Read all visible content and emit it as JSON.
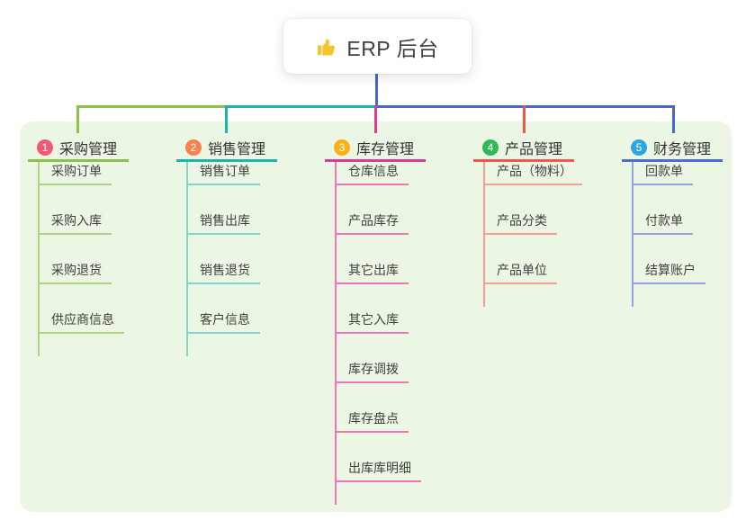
{
  "root": {
    "label": "ERP 后台",
    "icon": "thumbs-up"
  },
  "canvas": {
    "background": "#ffffff",
    "panel_background": "#ebf7e4"
  },
  "connector_colors": {
    "root_stem": "#4a66d4",
    "bus_left_outer": "#8bc34a",
    "bus_left_inner": "#1db5aa",
    "bus_right": "#4a66d4",
    "drop_center": "#e0398f",
    "drop_product": "#f4544c"
  },
  "branches": [
    {
      "badge": "1",
      "label": "采购管理",
      "badge_color": "#f35a76",
      "line_color": "#8bc34a",
      "child_line_color": "#abd583",
      "children": [
        "采购订单",
        "采购入库",
        "采购退货",
        "供应商信息"
      ]
    },
    {
      "badge": "2",
      "label": "销售管理",
      "badge_color": "#f8804d",
      "line_color": "#1db5aa",
      "child_line_color": "#84d4cc",
      "children": [
        "销售订单",
        "销售出库",
        "销售退货",
        "客户信息"
      ]
    },
    {
      "badge": "3",
      "label": "库存管理",
      "badge_color": "#fbaf18",
      "line_color": "#e0398f",
      "child_line_color": "#f075b7",
      "children": [
        "仓库信息",
        "产品库存",
        "其它出库",
        "其它入库",
        "库存调拨",
        "库存盘点",
        "出库库明细"
      ]
    },
    {
      "badge": "4",
      "label": "产品管理",
      "badge_color": "#31b857",
      "line_color": "#f4544c",
      "child_line_color": "#f89e95",
      "children": [
        "产品（物料）",
        "产品分类",
        "产品单位"
      ]
    },
    {
      "badge": "5",
      "label": "财务管理",
      "badge_color": "#2aa7e1",
      "line_color": "#4a6bd8",
      "child_line_color": "#92a5e2",
      "children": [
        "回款单",
        "付款单",
        "结算账户"
      ]
    }
  ]
}
